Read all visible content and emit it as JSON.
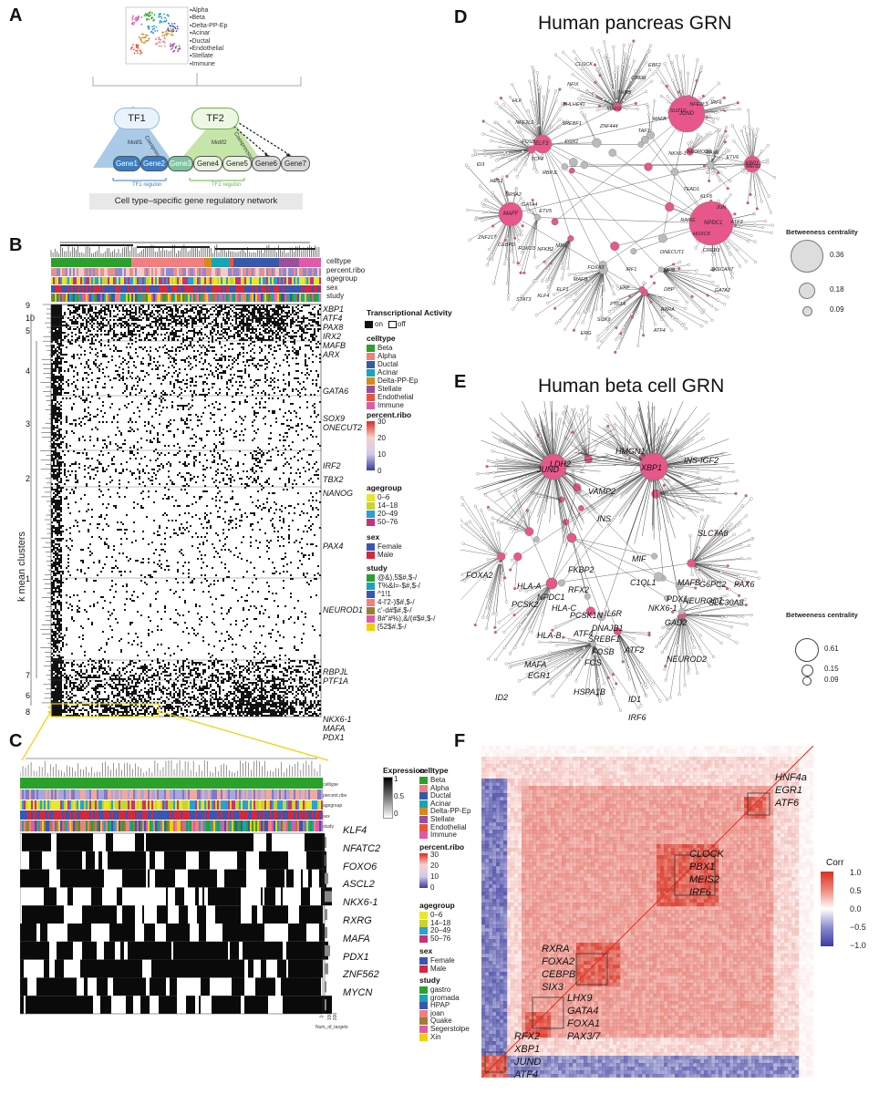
{
  "panelA": {
    "letter": "A",
    "umap_legend": [
      "Alpha",
      "Beta",
      "Delta-PP-Ep",
      "Acinar",
      "Ductal",
      "Endothelial",
      "Stellate",
      "Immune"
    ],
    "tf1": "TF1",
    "tf2": "TF2",
    "motif1": "Motif1",
    "motif2": "Motif2",
    "coexpression": "Coexpression",
    "genes": [
      "Gene1",
      "Gene2",
      "Gene3",
      "Gene4",
      "Gene5",
      "Gene6",
      "Gene7"
    ],
    "tf1_regulon": "TF1 regulon",
    "tf2_regulon": "TF2 regulon",
    "caption": "Cell type–specific gene regulatory network"
  },
  "panelB": {
    "letter": "B",
    "track_labels": [
      "celltype",
      "percent.ribo",
      "agegroup",
      "sex",
      "study"
    ],
    "y_axis_label": "k mean clusters",
    "cluster_numbers": [
      "9",
      "10",
      "5",
      "4",
      "3",
      "2",
      "1",
      "7",
      "6",
      "8"
    ],
    "genes": [
      "XBP1",
      "ATF4",
      "PAX8",
      "IRX2",
      "MAFB",
      "ARX",
      "GATA6",
      "SOX9",
      "ONECUT2",
      "IRF2",
      "TBX2",
      "NANOG",
      "PAX4",
      "NEUROD1",
      "RBPJL",
      "PTF1A",
      "NKX6-1",
      "MAFA",
      "PDX1"
    ],
    "legend": {
      "activity_title": "Transcriptional Activity",
      "on": "on",
      "off": "off",
      "celltype_title": "celltype",
      "celltypes": [
        "Beta",
        "Alpha",
        "Ductal",
        "Acinar",
        "Delta-PP-Ep",
        "Stellate",
        "Endothelial",
        "Immune"
      ],
      "ribo_title": "percent.ribo",
      "ribo_ticks": [
        "30",
        "20",
        "10",
        "0"
      ],
      "agegroup_title": "agegroup",
      "agegroups": [
        "0–6",
        "14–18",
        "20–49",
        "50–76"
      ],
      "sex_title": "sex",
      "sexes": [
        "Female",
        "Male"
      ],
      "study_title": "study",
      "studies": [
        "@&),5$#,$-/",
        "T%&l=-$#,$-/",
        "^1!1",
        "4-l'2-)$#,$-/",
        "c'-d#$#,$-/",
        "8#\"#%),&/(#$#,$-/",
        "[52$#,$-/"
      ]
    }
  },
  "panelC": {
    "letter": "C",
    "track_labels": [
      "celltype",
      "percent.ribo",
      "agegroup",
      "sex",
      "study"
    ],
    "genes": [
      "KLF4",
      "NFATC2",
      "FOXO6",
      "ASCL2",
      "NKX6-1",
      "RXRG",
      "MAFA",
      "PDX1",
      "ZNF562",
      "MYCN"
    ],
    "bar_ticks": [
      "0",
      "100",
      "200"
    ],
    "bar_axis_label": "Num_of_targets",
    "legend": {
      "expression_title": "Expression",
      "expression_ticks": [
        "1",
        "0.5",
        "0"
      ],
      "celltype_title": "celltype",
      "celltypes": [
        "Beta",
        "Alpha",
        "Ductal",
        "Acinar",
        "Delta-PP-Ep",
        "Stellate",
        "Endothelial",
        "Immune"
      ],
      "ribo_title": "percent.ribo",
      "ribo_ticks": [
        "30",
        "20",
        "10",
        "0"
      ],
      "agegroup_title": "agegroup",
      "agegroups": [
        "0–6",
        "14–18",
        "20–49",
        "50–76"
      ],
      "sex_title": "sex",
      "sexes": [
        "Female",
        "Male"
      ],
      "study_title": "study",
      "studies": [
        "gastro",
        "gromada",
        "HPAP",
        "joan",
        "Quake",
        "Segerstolpe",
        "Xin"
      ]
    }
  },
  "panelD": {
    "letter": "D",
    "title": "Human pancreas GRN",
    "hubs": [
      "JUND",
      "NPDC1",
      "MAFF",
      "ELF3",
      "XBP1"
    ],
    "labels": [
      "RARG",
      "HOXC6",
      "CREB3",
      "ZKSCAN7",
      "GATA2",
      "ONECUT1",
      "NFIB",
      "DBP",
      "RXRA",
      "ATF4",
      "IRF1",
      "EHF",
      "PTF1A",
      "SOX9",
      "ERG",
      "FOXA3",
      "MAFB",
      "ELF1",
      "KLF4",
      "STAT3",
      "MXI1",
      "NFKB2",
      "FOXO3",
      "CEBPD",
      "ZNF217",
      "ETV5",
      "GATA4",
      "NR5A2",
      "HES1",
      "ID3",
      "RBPJL",
      "TCF4",
      "FOSB",
      "NFE2L2",
      "HLF",
      "EGR1",
      "SREBF1",
      "BHLHE41",
      "NFIX",
      "CLOCK",
      "ZNF444",
      "MAFG",
      "THRB",
      "CREM",
      "EBF2",
      "TAF1",
      "MAFA",
      "SUZ12",
      "NFE2L3",
      "IRF6",
      "NKX6-1",
      "NEUROD1",
      "PAX6",
      "ETV6",
      "MEIS2",
      "TEAD1",
      "KLF5",
      "JUN",
      "ATF3"
    ]
  },
  "panelE": {
    "letter": "E",
    "title": "Human beta cell GRN",
    "labels": [
      "LDH2",
      "HMGN1",
      "INS-IGF2",
      "JUND",
      "XBP1",
      "VAMP2",
      "SLC7A8",
      "INS",
      "MIF",
      "FKBP2",
      "FOXA2",
      "RFX2",
      "HLA-A",
      "C1QL1",
      "MAFB",
      "G6PC2",
      "PAX6",
      "PCSK2",
      "NPDC1",
      "HLA-C",
      "PCSK1N",
      "IL6R",
      "NKX6-1",
      "PDX1",
      "NEUROD1",
      "SLC30A8",
      "HLA-B",
      "ATF4",
      "DNAJB1",
      "SREBF1",
      "ATF2",
      "GAD2",
      "MAFA",
      "FOSB",
      "NEUROD2",
      "EGR1",
      "FOS",
      "HSPA1B",
      "ID2",
      "ID1",
      "IRF6"
    ]
  },
  "legendDE": {
    "title": "Betweeness centrality",
    "d_values": [
      "0.36",
      "0.18",
      "0.09"
    ],
    "e_values": [
      "0.61",
      "0.15",
      "0.09"
    ]
  },
  "panelF": {
    "letter": "F",
    "legend_title": "Corr",
    "legend_ticks": [
      "1.0",
      "0.5",
      "0.0",
      "−0.5",
      "−1.0"
    ],
    "groups": [
      [
        "HNF4a",
        "EGR1",
        "ATF6"
      ],
      [
        "CLOCK",
        "PBX1",
        "MEIS2",
        "IRF6"
      ],
      [
        "RXRA",
        "FOXA2",
        "CEBPB",
        "SIX3"
      ],
      [
        "LHX9",
        "GATA4",
        "FOXA1",
        "PAX3/7"
      ],
      [
        "RFX2",
        "XBP1",
        "JUND",
        "ATF4"
      ]
    ]
  },
  "colors": {
    "beta": "#2ca02c",
    "alpha": "#f08080",
    "ductal": "#3858a8",
    "acinar": "#17a5b5",
    "delta": "#d68a1e",
    "stellate": "#9a4f9a",
    "endothelial": "#e8553d",
    "immune": "#e05aa8",
    "hub_pink": "#e8578a",
    "corr_red": "#d7301f",
    "corr_blue": "#3a3b9e"
  }
}
